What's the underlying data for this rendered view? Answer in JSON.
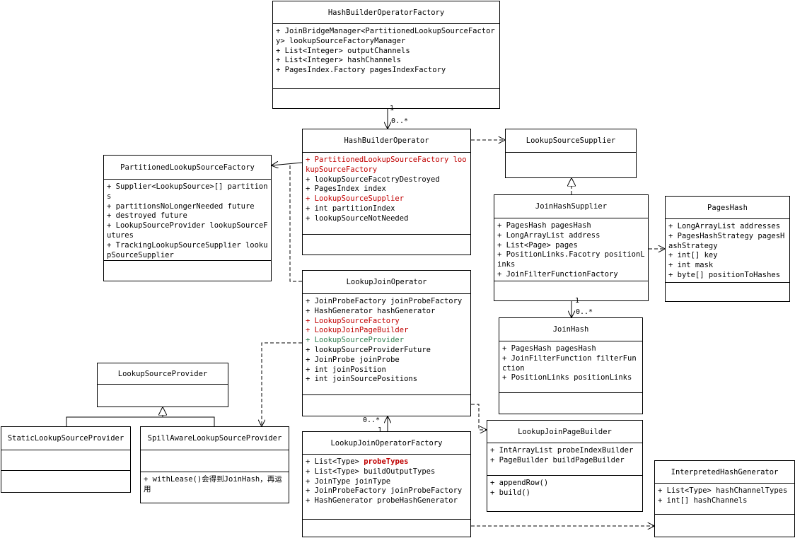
{
  "classes": [
    {
      "id": "hbof",
      "name": "HashBuilderOperatorFactory",
      "attributes": [
        {
          "text": "+ JoinBridgeManager<PartitionedLookupSourceFactory> lookupSourceFactoryManager"
        },
        {
          "text": "+ List<Integer> outputChannels"
        },
        {
          "text": "+ List<Integer> hashChannels"
        },
        {
          "text": "+ PagesIndex.Factory pagesIndexFactory"
        }
      ],
      "operations": []
    },
    {
      "id": "hbo",
      "name": "HashBuilderOperator",
      "attributes": [
        {
          "text": "+ PartitionedLookupSourceFactory lookupSourceFactory",
          "color": "red"
        },
        {
          "text": "+ lookupSourceFacotryDestroyed"
        },
        {
          "text": "+ PagesIndex index"
        },
        {
          "text": "+ LookupSourceSupplier",
          "color": "red"
        },
        {
          "text": "+ int partitionIndex"
        },
        {
          "text": "+ lookupSourceNotNeeded"
        }
      ],
      "operations": []
    },
    {
      "id": "plsf",
      "name": "PartitionedLookupSourceFactory",
      "attributes": [
        {
          "text": "+ Supplier<LookupSource>[] partitions"
        },
        {
          "text": "+ partitionsNoLongerNeeded future"
        },
        {
          "text": "+ destroyed future"
        },
        {
          "text": "+ LookupSourceProvider lookupSourceFutures"
        },
        {
          "text": "+ TrackingLookupSourceSupplier lookupSourceSupplier"
        }
      ],
      "operations": []
    },
    {
      "id": "lss",
      "name": "LookupSourceSupplier",
      "attributes": [],
      "operations": []
    },
    {
      "id": "jhs",
      "name": "JoinHashSupplier",
      "attributes": [
        {
          "text": "+ PagesHash pagesHash"
        },
        {
          "text": "+ LongArrayList address"
        },
        {
          "text": "+ List<Page> pages"
        },
        {
          "text": "+ PositionLinks.Facotry positionLinks"
        },
        {
          "text": "+ JoinFilterFunctionFactory"
        }
      ],
      "operations": []
    },
    {
      "id": "ph",
      "name": "PagesHash",
      "attributes": [
        {
          "text": "+ LongArrayList addresses"
        },
        {
          "text": "+ PagesHashStrategy pagesHashStrategy"
        },
        {
          "text": "+ int[] key"
        },
        {
          "text": "+ int mask"
        },
        {
          "text": "+ byte[] positionToHashes"
        }
      ],
      "operations": []
    },
    {
      "id": "ljo",
      "name": "LookupJoinOperator",
      "attributes": [
        {
          "text": "+ JoinProbeFactory joinProbeFactory"
        },
        {
          "text": "+ HashGenerator hashGenerator"
        },
        {
          "text": "+ LookupSourceFactory",
          "color": "red"
        },
        {
          "text": "+ LookupJoinPageBuilder",
          "color": "red"
        },
        {
          "text": "+ LookupSourceProvider",
          "color": "green"
        },
        {
          "text": "+ lookupSourceProviderFuture"
        },
        {
          "text": "+ JoinProbe joinProbe"
        },
        {
          "text": "+ int joinPosition"
        },
        {
          "text": "+ int joinSourcePositions"
        }
      ],
      "operations": []
    },
    {
      "id": "jh",
      "name": "JoinHash",
      "attributes": [
        {
          "text": "+ PagesHash pagesHash"
        },
        {
          "text": "+ JoinFilterFunction filterFunction"
        },
        {
          "text": "+ PositionLinks positionLinks"
        }
      ],
      "operations": []
    },
    {
      "id": "lsp",
      "name": "LookupSourceProvider",
      "attributes": [],
      "operations": []
    },
    {
      "id": "slsp",
      "name": "StaticLookupSourceProvider",
      "attributes": [],
      "operations": []
    },
    {
      "id": "salsp",
      "name": "SpillAwareLookupSourceProvider",
      "attributes": [],
      "operations": [
        {
          "text": "+ withLease()会得到JoinHash，再运用"
        }
      ]
    },
    {
      "id": "ljof",
      "name": "LookupJoinOperatorFactory",
      "attributes": [
        {
          "text": "+ List<Type> ",
          "highlight": "probeTypes"
        },
        {
          "text": "+ List<Type> buildOutputTypes"
        },
        {
          "text": "+ JoinType joinType"
        },
        {
          "text": "+ JoinProbeFactory joinProbeFactory"
        },
        {
          "text": "+ HashGenerator probeHashGenerator"
        }
      ],
      "operations": []
    },
    {
      "id": "ljpb",
      "name": "LookupJoinPageBuilder",
      "attributes": [
        {
          "text": "+ IntArrayList probeIndexBuilder"
        },
        {
          "text": "+ PageBuilder buildPageBuilder"
        }
      ],
      "operations": [
        {
          "text": "+ appendRow()"
        },
        {
          "text": "+ build()"
        }
      ]
    },
    {
      "id": "ihg",
      "name": "InterpretedHashGenerator",
      "attributes": [
        {
          "text": "+ List<Type> hashChannelTypes"
        },
        {
          "text": "+ int[] hashChannels"
        }
      ],
      "operations": []
    }
  ],
  "multiplicities": [
    {
      "id": "m1",
      "text": "1"
    },
    {
      "id": "m2",
      "text": "0..*"
    },
    {
      "id": "m3",
      "text": "1"
    },
    {
      "id": "m4",
      "text": "0..*"
    },
    {
      "id": "m5",
      "text": "0..*"
    },
    {
      "id": "m6",
      "text": "1"
    }
  ]
}
